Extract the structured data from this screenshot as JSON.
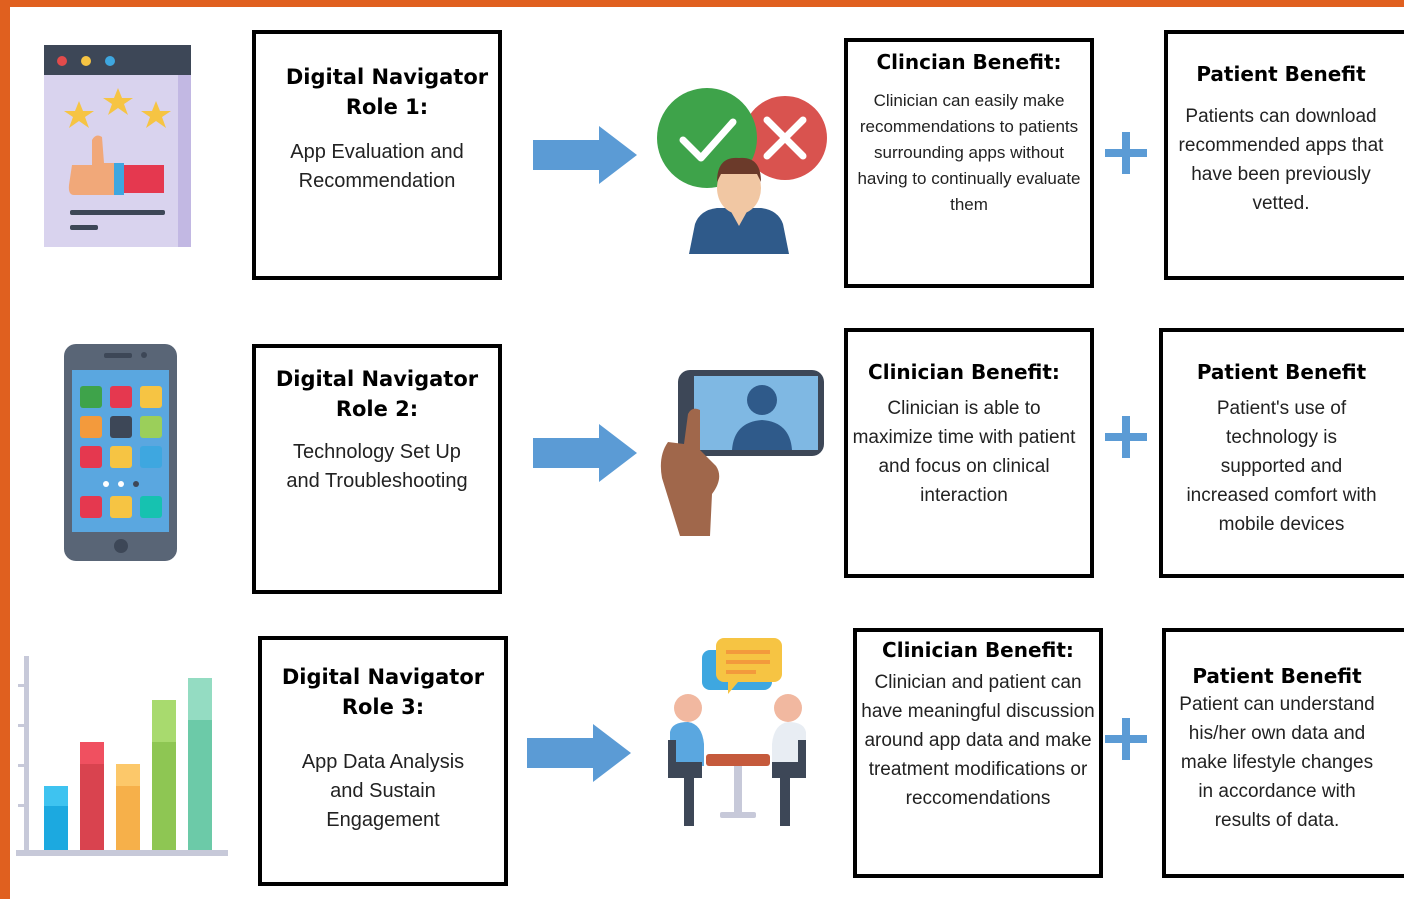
{
  "colors": {
    "frame": "#e0601f",
    "arrow": "#5b9bd5",
    "plus": "#5b9bd5"
  },
  "rows": [
    {
      "icon": "rating-thumbs-up-icon",
      "role_title": "Digital Navigator Role 1:",
      "role_desc": "App Evaluation and Recommendation",
      "middle_icon": "clinician-approve-reject-icon",
      "clinician_title": "Clincian Benefit:",
      "clinician_text": "Clinician can easily make recommendations to patients surrounding apps without having to continually evaluate them",
      "patient_title": "Patient Benefit",
      "patient_text": "Patients can download recommended apps that have been previously vetted."
    },
    {
      "icon": "smartphone-apps-icon",
      "role_title": "Digital Navigator Role 2:",
      "role_desc": "Technology Set Up and Troubleshooting",
      "middle_icon": "hand-holding-phone-icon",
      "clinician_title": "Clinician Benefit:",
      "clinician_text": "Clinician is able to maximize time with patient and focus on clinical interaction",
      "patient_title": "Patient Benefit",
      "patient_text": "Patient's use of technology is supported and increased comfort with mobile devices"
    },
    {
      "icon": "bar-chart-icon",
      "role_title": "Digital Navigator Role 3:",
      "role_desc": "App Data Analysis and Sustain Engagement",
      "middle_icon": "two-people-discussion-icon",
      "clinician_title": "Clinician Benefit:",
      "clinician_text": "Clinician and patient can have meaningful discussion around app data and make treatment modifications or reccomendations",
      "patient_title": "Patient Benefit",
      "patient_text": "Patient can understand his/her own data and make lifestyle changes in accordance with results of data."
    }
  ]
}
